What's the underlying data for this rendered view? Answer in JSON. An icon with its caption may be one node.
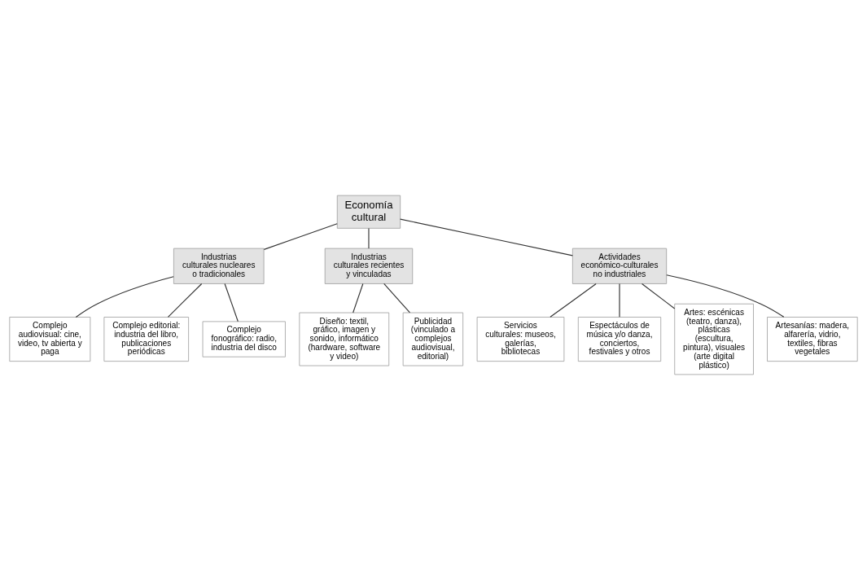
{
  "diagram": {
    "nodes": [
      {
        "text": [
          "Economía cultural"
        ]
      },
      {
        "text": [
          "Industrias culturales nucleares o tradicionales"
        ]
      },
      {
        "text": [
          "Industrias culturales recientes y vinculadas"
        ]
      },
      {
        "text": [
          "Actividades económico-culturales no industriales"
        ]
      },
      {
        "text": [
          "Complejo audiovisual: cine, video, tv abierta y paga"
        ]
      },
      {
        "text": [
          "Complejo editorial: industria del libro, publicaciones periódicas"
        ]
      },
      {
        "text": [
          "Complejo fonográfico: radio, industria del disco"
        ]
      },
      {
        "text": [
          "Diseño: textil, gráfico, imagen y sonido, informático (hardware, software y video)"
        ]
      },
      {
        "text": [
          "Publicidad (vinculado a complejos audiovisual, editorial)"
        ]
      },
      {
        "text": [
          "Servicios culturales: museos, galerías, bibliotecas"
        ]
      },
      {
        "text": [
          "Espectáculos de música y/o danza, conciertos, festivales y otros"
        ]
      },
      {
        "text": [
          "Artes: escénicas (teatro, danza), plásticas (escultura, pintura), visuales (arte digital plástico)"
        ]
      },
      {
        "text": [
          "Artesanías: madera, alfarería, vidrio, textiles, fibras vegetales"
        ]
      }
    ],
    "edges": [
      {
        "from": 0,
        "to": 1,
        "arrow": "none"
      },
      {
        "from": 0,
        "to": 2,
        "arrow": "none"
      },
      {
        "from": 0,
        "to": 3,
        "arrow": "none"
      },
      {
        "from": 1,
        "to": 4,
        "arrow": "none"
      },
      {
        "from": 1,
        "to": 5,
        "arrow": "none"
      },
      {
        "from": 1,
        "to": 6,
        "arrow": "none"
      },
      {
        "from": 2,
        "to": 7,
        "arrow": "none"
      },
      {
        "from": 2,
        "to": 8,
        "arrow": "none"
      },
      {
        "from": 3,
        "to": 9,
        "arrow": "none"
      },
      {
        "from": 3,
        "to": 10,
        "arrow": "none"
      },
      {
        "from": 3,
        "to": 11,
        "arrow": "none"
      },
      {
        "from": 3,
        "to": 12,
        "arrow": "none"
      }
    ]
  }
}
